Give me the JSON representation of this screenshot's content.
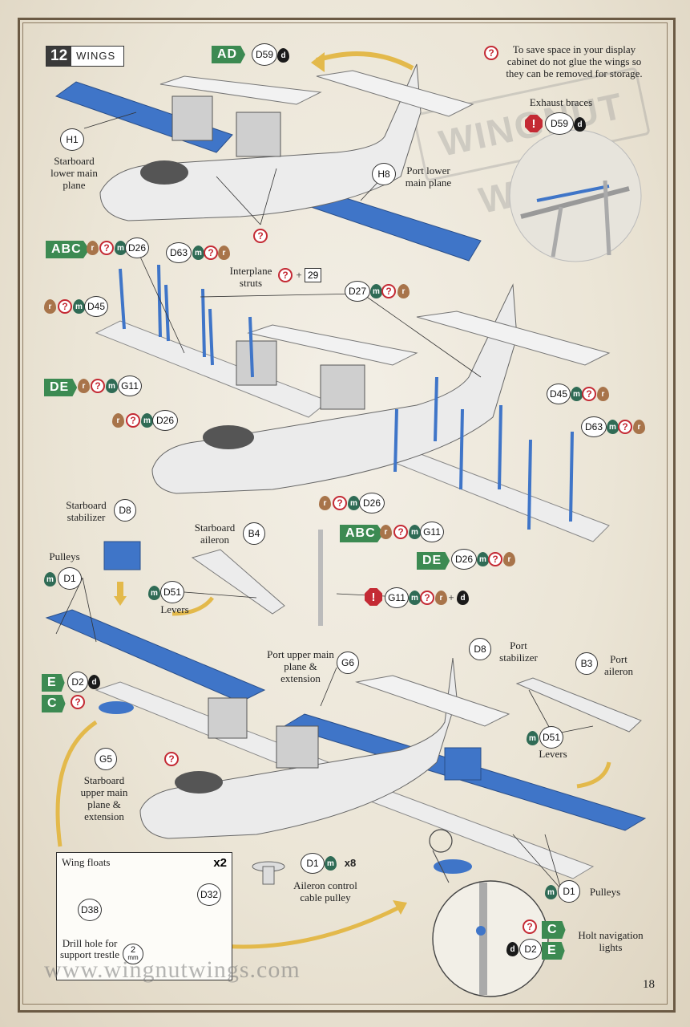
{
  "step": {
    "number": "12",
    "name": "WINGS"
  },
  "note": {
    "text": "To save space in your display cabinet do not glue the wings so they can be removed for storage."
  },
  "watermark": {
    "text": "WINGNUT WINGS"
  },
  "website": "www.wingnutwings.com",
  "page_number": "18",
  "colors": {
    "blue": "#3f75c8",
    "green": "#3c8a52",
    "red": "#c42a34",
    "frame": "#6b5a44"
  },
  "labels": {
    "starboard_lower": "Starboard lower main plane",
    "port_lower": "Port lower main plane",
    "exhaust_braces": "Exhaust braces",
    "interplane_struts": "Interplane struts",
    "starboard_stabilizer": "Starboard stabilizer",
    "starboard_aileron": "Starboard aileron",
    "pulleys": "Pulleys",
    "levers": "Levers",
    "port_upper": "Port upper main plane & extension",
    "port_stabilizer": "Port stabilizer",
    "port_aileron": "Port aileron",
    "starboard_upper": "Starboard upper main plane & extension",
    "aileron_pulley": "Aileron control cable pulley",
    "holt_lights": "Holt navigation lights",
    "wing_floats": "Wing floats",
    "drill_hole": "Drill hole for support trestle"
  },
  "parts": {
    "h1": "H1",
    "h8": "H8",
    "d59": "D59",
    "d26": "D26",
    "d63": "D63",
    "d27": "D27",
    "d45": "D45",
    "g11": "G11",
    "d8": "D8",
    "b4": "B4",
    "d1": "D1",
    "d51": "D51",
    "d2": "D2",
    "g6": "G6",
    "b3": "B3",
    "g5": "G5",
    "d38": "D38",
    "d32": "D32",
    "drill_size": "2",
    "drill_unit": "mm"
  },
  "tags": {
    "ad": "AD",
    "abc": "ABC",
    "de": "DE",
    "e": "E",
    "c": "C"
  },
  "paints": {
    "m": "m",
    "r": "r",
    "d": "d",
    "q": "?",
    "excl": "!",
    "plus": "+"
  },
  "strut_ref": "29",
  "counts": {
    "floats": "x2",
    "pulleys": "x8"
  }
}
